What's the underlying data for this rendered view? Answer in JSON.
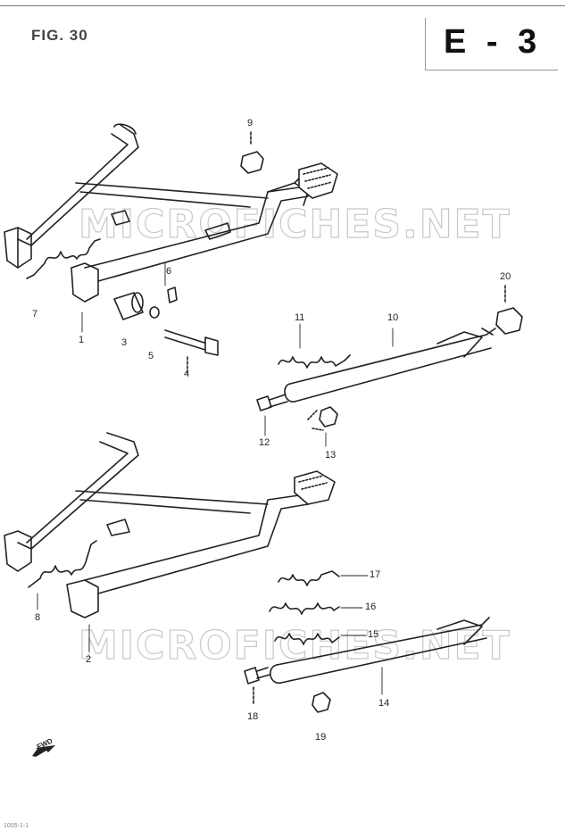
{
  "figure": {
    "label": "FIG. 30",
    "section": "E - 3"
  },
  "watermark": "MICROFICHES.NET",
  "footer": "1005-1-1",
  "forward_label": "FWD",
  "callouts": [
    {
      "id": "c1",
      "label": "1"
    },
    {
      "id": "c2",
      "label": "2"
    },
    {
      "id": "c3",
      "label": "3"
    },
    {
      "id": "c4",
      "label": "4"
    },
    {
      "id": "c5",
      "label": "5"
    },
    {
      "id": "c6",
      "label": "6"
    },
    {
      "id": "c7",
      "label": "7"
    },
    {
      "id": "c8",
      "label": "8"
    },
    {
      "id": "c9",
      "label": "9"
    },
    {
      "id": "c10",
      "label": "10"
    },
    {
      "id": "c11",
      "label": "11"
    },
    {
      "id": "c12",
      "label": "12"
    },
    {
      "id": "c13",
      "label": "13"
    },
    {
      "id": "c14",
      "label": "14"
    },
    {
      "id": "c15",
      "label": "15"
    },
    {
      "id": "c16",
      "label": "16"
    },
    {
      "id": "c17",
      "label": "17"
    },
    {
      "id": "c18",
      "label": "18"
    },
    {
      "id": "c19",
      "label": "19"
    },
    {
      "id": "c20",
      "label": "20"
    }
  ]
}
